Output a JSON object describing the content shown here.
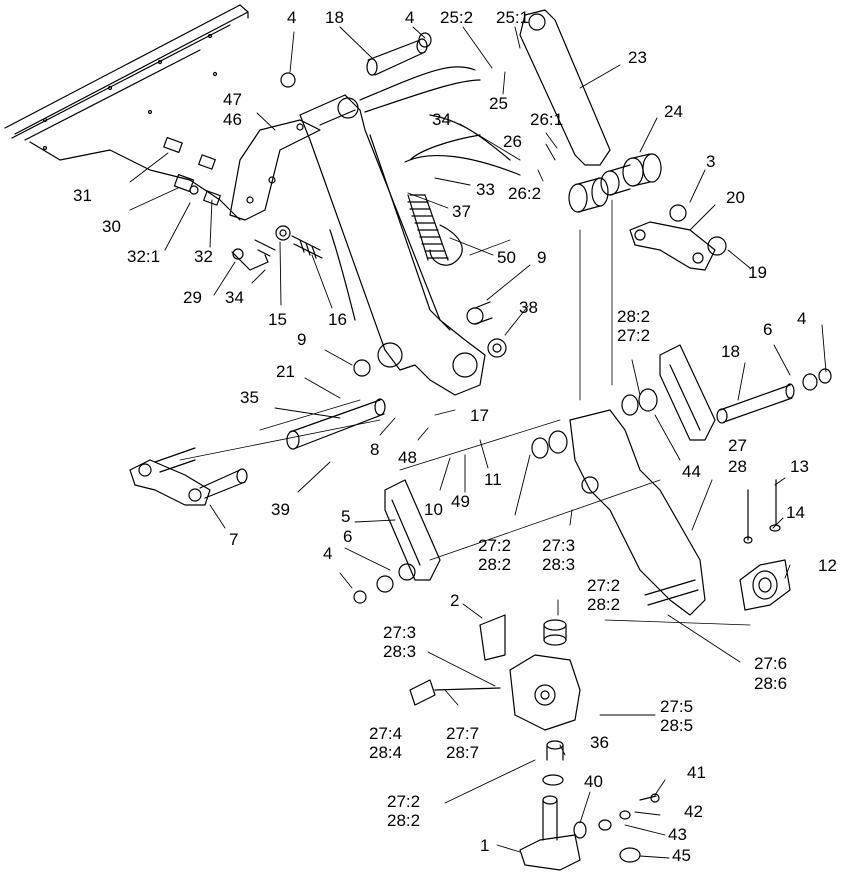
{
  "callouts": [
    {
      "id": "c-4a",
      "text": "4"
    },
    {
      "id": "c-18a",
      "text": "18"
    },
    {
      "id": "c-4b",
      "text": "4"
    },
    {
      "id": "c-25-2",
      "text": "25:2"
    },
    {
      "id": "c-25-1",
      "text": "25:1"
    },
    {
      "id": "c-23",
      "text": "23"
    },
    {
      "id": "c-47",
      "text": "47"
    },
    {
      "id": "c-46",
      "text": "46"
    },
    {
      "id": "c-25",
      "text": "25"
    },
    {
      "id": "c-34a",
      "text": "34"
    },
    {
      "id": "c-26-1",
      "text": "26:1"
    },
    {
      "id": "c-24",
      "text": "24"
    },
    {
      "id": "c-26",
      "text": "26"
    },
    {
      "id": "c-3",
      "text": "3"
    },
    {
      "id": "c-20",
      "text": "20"
    },
    {
      "id": "c-31",
      "text": "31"
    },
    {
      "id": "c-33",
      "text": "33"
    },
    {
      "id": "c-26-2",
      "text": "26:2"
    },
    {
      "id": "c-30",
      "text": "30"
    },
    {
      "id": "c-37",
      "text": "37"
    },
    {
      "id": "c-32-1",
      "text": "32:1"
    },
    {
      "id": "c-32",
      "text": "32"
    },
    {
      "id": "c-50",
      "text": "50"
    },
    {
      "id": "c-9a",
      "text": "9"
    },
    {
      "id": "c-19",
      "text": "19"
    },
    {
      "id": "c-29",
      "text": "29"
    },
    {
      "id": "c-34b",
      "text": "34"
    },
    {
      "id": "c-15",
      "text": "15"
    },
    {
      "id": "c-16",
      "text": "16"
    },
    {
      "id": "c-38",
      "text": "38"
    },
    {
      "id": "c-28-2a",
      "text": "28:2"
    },
    {
      "id": "c-27-2a",
      "text": "27:2"
    },
    {
      "id": "c-6a",
      "text": "6"
    },
    {
      "id": "c-4c",
      "text": "4"
    },
    {
      "id": "c-9b",
      "text": "9"
    },
    {
      "id": "c-18b",
      "text": "18"
    },
    {
      "id": "c-21",
      "text": "21"
    },
    {
      "id": "c-35",
      "text": "35"
    },
    {
      "id": "c-17",
      "text": "17"
    },
    {
      "id": "c-8",
      "text": "8"
    },
    {
      "id": "c-48",
      "text": "48"
    },
    {
      "id": "c-44",
      "text": "44"
    },
    {
      "id": "c-27",
      "text": "27"
    },
    {
      "id": "c-28",
      "text": "28"
    },
    {
      "id": "c-11",
      "text": "11"
    },
    {
      "id": "c-13",
      "text": "13"
    },
    {
      "id": "c-10",
      "text": "10"
    },
    {
      "id": "c-49",
      "text": "49"
    },
    {
      "id": "c-39",
      "text": "39"
    },
    {
      "id": "c-7",
      "text": "7"
    },
    {
      "id": "c-5",
      "text": "5"
    },
    {
      "id": "c-14",
      "text": "14"
    },
    {
      "id": "c-6b",
      "text": "6"
    },
    {
      "id": "c-27-2b",
      "text": "27:2"
    },
    {
      "id": "c-28-2b",
      "text": "28:2"
    },
    {
      "id": "c-27-3a",
      "text": "27:3"
    },
    {
      "id": "c-28-3a",
      "text": "28:3"
    },
    {
      "id": "c-12",
      "text": "12"
    },
    {
      "id": "c-4d",
      "text": "4"
    },
    {
      "id": "c-2",
      "text": "2"
    },
    {
      "id": "c-27-2c",
      "text": "27:2"
    },
    {
      "id": "c-28-2c",
      "text": "28:2"
    },
    {
      "id": "c-27-3b",
      "text": "27:3"
    },
    {
      "id": "c-28-3b",
      "text": "28:3"
    },
    {
      "id": "c-27-6",
      "text": "27:6"
    },
    {
      "id": "c-28-6",
      "text": "28:6"
    },
    {
      "id": "c-27-5",
      "text": "27:5"
    },
    {
      "id": "c-28-5",
      "text": "28:5"
    },
    {
      "id": "c-27-4",
      "text": "27:4"
    },
    {
      "id": "c-28-4",
      "text": "28:4"
    },
    {
      "id": "c-27-7",
      "text": "27:7"
    },
    {
      "id": "c-28-7",
      "text": "28:7"
    },
    {
      "id": "c-36",
      "text": "36"
    },
    {
      "id": "c-27-2d",
      "text": "27:2"
    },
    {
      "id": "c-28-2d",
      "text": "28:2"
    },
    {
      "id": "c-41",
      "text": "41"
    },
    {
      "id": "c-40",
      "text": "40"
    },
    {
      "id": "c-42",
      "text": "42"
    },
    {
      "id": "c-43",
      "text": "43"
    },
    {
      "id": "c-1",
      "text": "1"
    },
    {
      "id": "c-45",
      "text": "45"
    }
  ]
}
